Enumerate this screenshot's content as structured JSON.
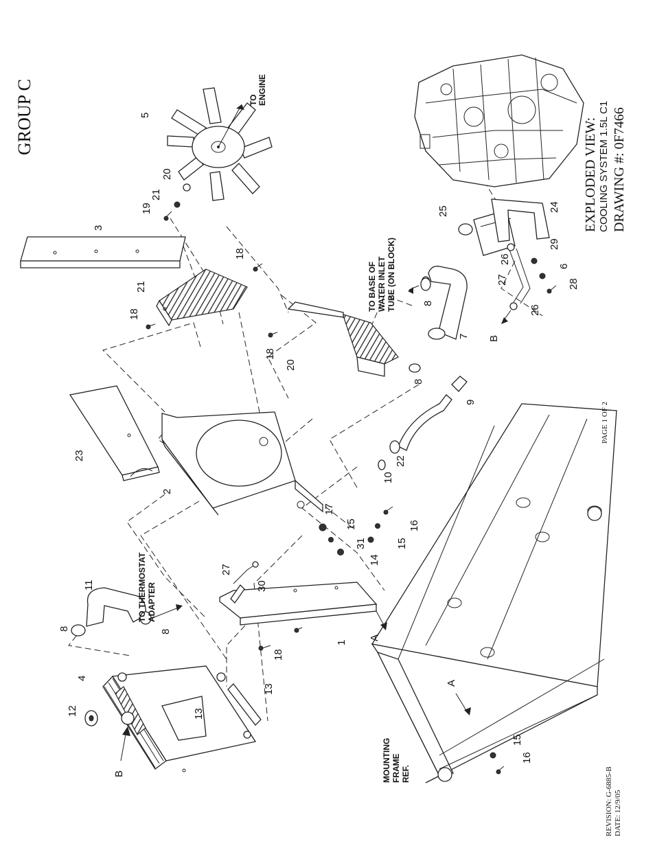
{
  "header": {
    "group": "GROUP C"
  },
  "title_block": {
    "line1": "EXPLODED VIEW:",
    "line2": "COOLING SYSTEM 1.5L C1",
    "line3": "DRAWING #: 0F7466"
  },
  "footer": {
    "page": "PAGE 1 OF 2",
    "revision": "REVISION: G-6885-B",
    "date": "DATE: 12/9/05"
  },
  "notes": {
    "to_engine": [
      "TO",
      "ENGINE"
    ],
    "water_inlet": [
      "TO BASE OF",
      "WATER INLET",
      "TUBE (ON BLOCK)"
    ],
    "thermostat": [
      "TO THERMOSTAT",
      "ADAPTER"
    ],
    "mounting_frame": [
      "MOUNTING",
      "FRAME",
      "REF."
    ]
  },
  "callouts": [
    {
      "id": "c-5",
      "text": "5"
    },
    {
      "id": "c-20a",
      "text": "20"
    },
    {
      "id": "c-21a",
      "text": "21"
    },
    {
      "id": "c-19",
      "text": "19"
    },
    {
      "id": "c-3",
      "text": "3"
    },
    {
      "id": "c-18a",
      "text": "18"
    },
    {
      "id": "c-21b",
      "text": "21"
    },
    {
      "id": "c-18b",
      "text": "18"
    },
    {
      "id": "c-25",
      "text": "25"
    },
    {
      "id": "c-24",
      "text": "24"
    },
    {
      "id": "c-26a",
      "text": "26"
    },
    {
      "id": "c-29",
      "text": "29"
    },
    {
      "id": "c-6",
      "text": "6"
    },
    {
      "id": "c-28",
      "text": "28"
    },
    {
      "id": "c-27a",
      "text": "27"
    },
    {
      "id": "c-26b",
      "text": "26"
    },
    {
      "id": "c-B1",
      "text": "B"
    },
    {
      "id": "c-8a",
      "text": "8"
    },
    {
      "id": "c-7",
      "text": "7"
    },
    {
      "id": "c-18c",
      "text": "18"
    },
    {
      "id": "c-20b",
      "text": "20"
    },
    {
      "id": "c-8b",
      "text": "8"
    },
    {
      "id": "c-9",
      "text": "9"
    },
    {
      "id": "c-23",
      "text": "23"
    },
    {
      "id": "c-2",
      "text": "2"
    },
    {
      "id": "c-22",
      "text": "22"
    },
    {
      "id": "c-10",
      "text": "10"
    },
    {
      "id": "c-17",
      "text": "17"
    },
    {
      "id": "c-15a",
      "text": "15"
    },
    {
      "id": "c-16a",
      "text": "16"
    },
    {
      "id": "c-31",
      "text": "31"
    },
    {
      "id": "c-15b",
      "text": "15"
    },
    {
      "id": "c-14",
      "text": "14"
    },
    {
      "id": "c-27b",
      "text": "27"
    },
    {
      "id": "c-30",
      "text": "30"
    },
    {
      "id": "c-11",
      "text": "11"
    },
    {
      "id": "c-8c",
      "text": "8"
    },
    {
      "id": "c-8d",
      "text": "8"
    },
    {
      "id": "c-18d",
      "text": "18"
    },
    {
      "id": "c-1",
      "text": "1"
    },
    {
      "id": "c-A1",
      "text": "A"
    },
    {
      "id": "c-4",
      "text": "4"
    },
    {
      "id": "c-12",
      "text": "12"
    },
    {
      "id": "c-13a",
      "text": "13"
    },
    {
      "id": "c-13b",
      "text": "13"
    },
    {
      "id": "c-B2",
      "text": "B"
    },
    {
      "id": "c-A2",
      "text": "A"
    },
    {
      "id": "c-15c",
      "text": "15"
    },
    {
      "id": "c-16b",
      "text": "16"
    }
  ]
}
